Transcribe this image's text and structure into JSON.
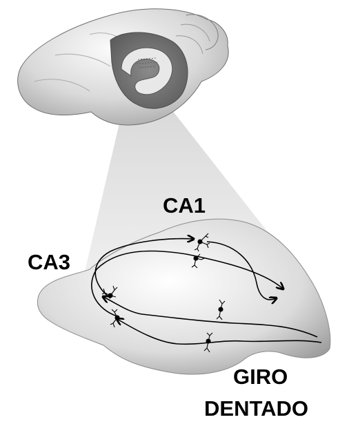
{
  "labels": {
    "ca1": "CA1",
    "ca3": "CA3",
    "giro": "GIRO",
    "dentado": "DENTADO"
  }
}
